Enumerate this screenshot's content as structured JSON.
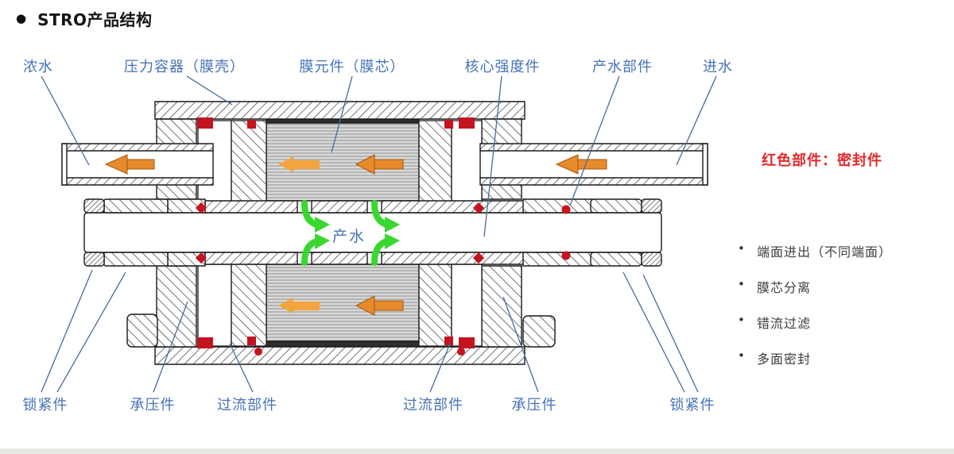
{
  "title": {
    "bullet": "●",
    "text": "STRO产品结构"
  },
  "top_labels": [
    {
      "text": "浓水"
    },
    {
      "text": "压力容器（膜壳）"
    },
    {
      "text": "膜元件（膜芯）"
    },
    {
      "text": "核心强度件"
    },
    {
      "text": "产水部件"
    },
    {
      "text": "进水"
    }
  ],
  "bottom_labels": [
    {
      "text": "锁紧件"
    },
    {
      "text": "承压件"
    },
    {
      "text": "过流部件"
    },
    {
      "text": "过流部件"
    },
    {
      "text": "承压件"
    },
    {
      "text": "锁紧件"
    }
  ],
  "center_flow_label": "产水",
  "seal_note": "红色部件：密封件",
  "features": [
    {
      "bullet": "•",
      "text": "端面进出（不同端面）"
    },
    {
      "bullet": "•",
      "text": "膜芯分离"
    },
    {
      "bullet": "•",
      "text": "错流过滤"
    },
    {
      "bullet": "•",
      "text": "多面密封"
    }
  ],
  "colors": {
    "label_blue": "#4472b8",
    "note_red": "#e02a2a",
    "seal_red": "#c41420",
    "arrow_orange": "#e78a2b",
    "arrow_orange_light": "#f3a43c",
    "arrow_green": "#38d82e",
    "leader_line": "#4a6a9a"
  }
}
